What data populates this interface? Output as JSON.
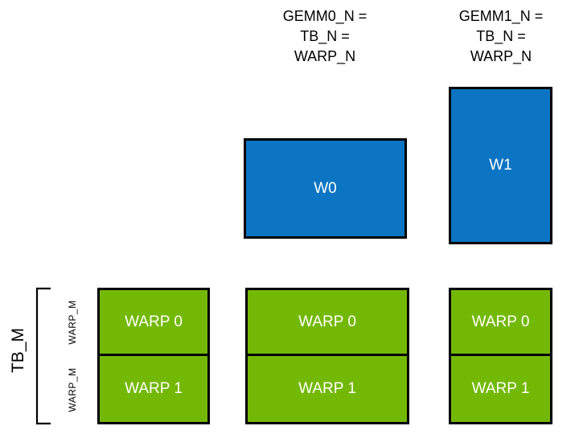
{
  "diagram": {
    "title_columns": [
      {
        "name": "gemm0",
        "caption": "GEMM0_N =\nTB_N =\nWARP_N"
      },
      {
        "name": "gemm1",
        "caption": "GEMM1_N =\nTB_N =\nWARP_N"
      }
    ],
    "warp_tiles": [
      {
        "id": "w0",
        "label": "W0",
        "color": "#0c75c3"
      },
      {
        "id": "w1",
        "label": "W1",
        "color": "#0c75c3"
      }
    ],
    "thread_block_columns": [
      {
        "id": "col0",
        "cells": [
          {
            "label": "WARP 0"
          },
          {
            "label": "WARP 1"
          }
        ]
      },
      {
        "id": "col1",
        "cells": [
          {
            "label": "WARP 0"
          },
          {
            "label": "WARP 1"
          }
        ]
      },
      {
        "id": "col2",
        "cells": [
          {
            "label": "WARP 0"
          },
          {
            "label": "WARP 1"
          }
        ]
      }
    ],
    "axis_labels": {
      "tb_m": "TB_M",
      "warp_m_top": "WARP_M",
      "warp_m_bottom": "WARP_M"
    },
    "colors": {
      "warp_tile_blue": "#0c75c3",
      "thread_block_green": "#74b806",
      "outline_black": "#000000",
      "text_white": "#ffffff",
      "background": "#ffffff"
    }
  }
}
